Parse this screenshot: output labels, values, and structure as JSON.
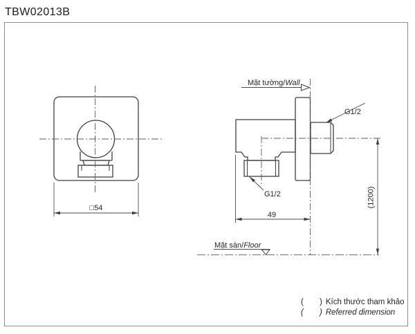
{
  "title": "TBW02013B",
  "colors": {
    "object_line": "#3f3f3f",
    "thin_line": "#5a5a5a",
    "text": "#262626",
    "border": "#8e8e8e",
    "background": "#ffffff"
  },
  "front_view": {
    "dim_width_label": "□54"
  },
  "side_view": {
    "wall_label_vi": "Mặt tường/",
    "wall_label_en": "Wall",
    "floor_label_vi": "Mặt sàn/",
    "floor_label_en": "Floor",
    "thread_size_top": "G1/2",
    "thread_size_bottom": "G1/2",
    "depth_dim": "49",
    "height_dim": "(1200)"
  },
  "legend": {
    "rows": [
      {
        "open": "(",
        "close": ")",
        "text": "Kích thước tham khảo"
      },
      {
        "open": "(",
        "close": ")",
        "text": "Referred dimension"
      }
    ]
  }
}
